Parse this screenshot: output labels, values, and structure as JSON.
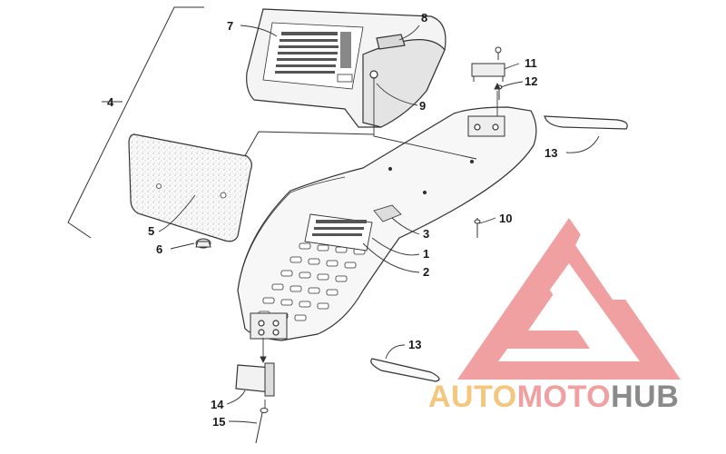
{
  "callouts": {
    "c1": "1",
    "c2": "2",
    "c3": "3",
    "c4": "4",
    "c5": "5",
    "c6": "6",
    "c7": "7",
    "c8": "8",
    "c9": "9",
    "c10": "10",
    "c11": "11",
    "c12": "12",
    "c13a": "13",
    "c13b": "13",
    "c14": "14",
    "c15": "15"
  },
  "watermark": {
    "part1": "AUTO",
    "part2": "MOTO",
    "part3": "HUB",
    "color_primary": "#f0a0a0",
    "color_secondary": "#f5c77e",
    "color_dark": "#8a8a8a"
  }
}
